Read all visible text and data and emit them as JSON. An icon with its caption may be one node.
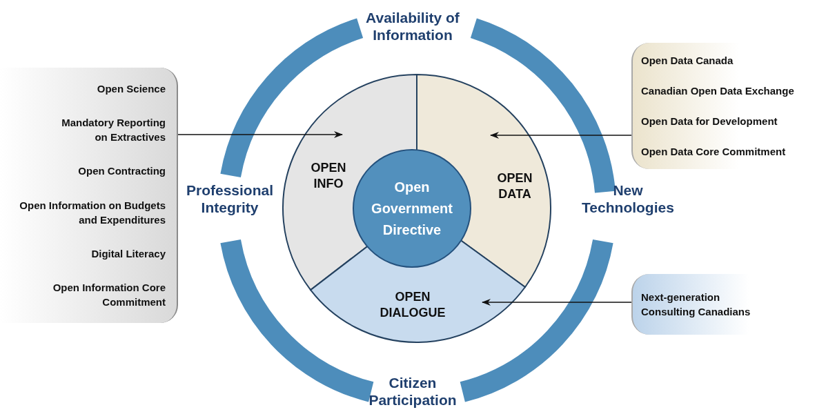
{
  "diagram": {
    "nodes": [
      {
        "text": [
          "Open Science",
          "Mandatory Reporting on Extractives",
          "Open Contracting",
          "Open Information on Budgets and Expenditures",
          "Digital Literacy",
          "Open Information Core Commitment"
        ]
      },
      {
        "text": [
          "Open Data Canada",
          "Canadian Open Data Exchange",
          "Open Data for Development",
          "Open Data Core Commitment"
        ]
      },
      {
        "text": [
          "Next-generation Consulting Canadians"
        ]
      },
      {
        "text": [
          "OPEN INFO"
        ]
      },
      {
        "text": [
          "OPEN DATA"
        ]
      },
      {
        "text": [
          "OPEN DIALOGUE"
        ]
      },
      {
        "text": [
          "Open Government Directive"
        ]
      }
    ],
    "edges": [
      {
        "from": 0,
        "to": 3,
        "arrow": "to"
      },
      {
        "from": 1,
        "to": 4,
        "arrow": "to"
      },
      {
        "from": 2,
        "to": 5,
        "arrow": "to"
      }
    ],
    "labels": [
      "Availability of Information",
      "Professional Integrity",
      "New Technologies",
      "Citizen Participation"
    ]
  }
}
